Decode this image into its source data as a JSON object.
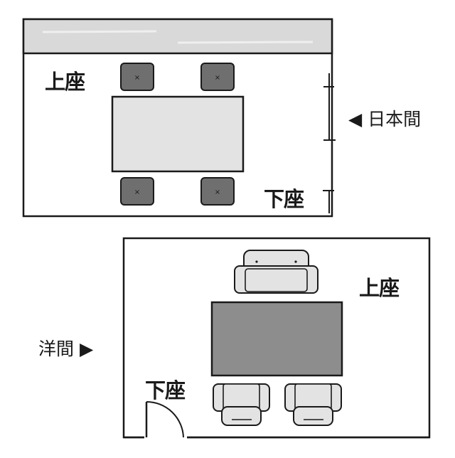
{
  "japanese_room": {
    "room_label": "◀ 日本間",
    "upper_seat_label": "上座",
    "lower_seat_label": "下座"
  },
  "western_room": {
    "room_label": "洋間 ▶",
    "upper_seat_label": "上座",
    "lower_seat_label": "下座"
  },
  "colors": {
    "line": "#1a1a1a",
    "tokonoma": "#d9d9d9",
    "low_table": "#e3e3e3",
    "cushion": "#6f6f6f",
    "western_table": "#8d8d8d",
    "sofa": "#e3e3e3"
  }
}
